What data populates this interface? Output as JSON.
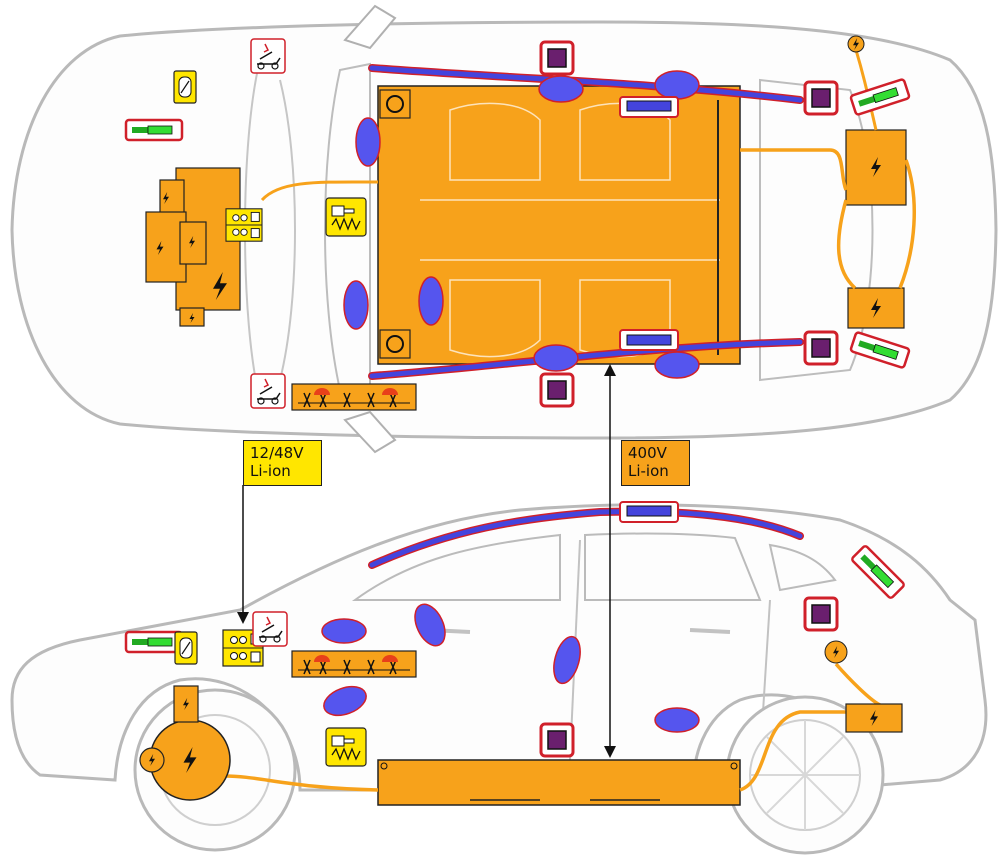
{
  "labels": {
    "battery_12v_line1": "12/48V",
    "battery_12v_line2": "Li-ion",
    "battery_hv_line1": "400V",
    "battery_hv_line2": "Li-ion"
  },
  "colors": {
    "high_voltage": "#f7a21b",
    "high_voltage_dark": "#c97a00",
    "airbag": "#5555ee",
    "airbag_outline": "#d0202a",
    "curtain_airbag": "#4444dd",
    "gas_generator": "#6a1f6e",
    "warning_yellow": "#ffe600",
    "outline_gray": "#b9b9b9",
    "strut_green": "#22cc22"
  },
  "icons": {
    "hv_component": "lightning-bolt-icon",
    "airbag": "airbag-icon",
    "gas_generator": "gas-generator-icon",
    "gas_strut": "gas-strut-icon",
    "seatbelt_pretensioner": "seatbelt-pretensioner-icon",
    "control_unit": "control-unit-icon",
    "pedestrian_protection": "pedestrian-protection-icon",
    "rollover_protection": "rollover-protection-icon",
    "battery_12v": "battery-12v-icon"
  }
}
